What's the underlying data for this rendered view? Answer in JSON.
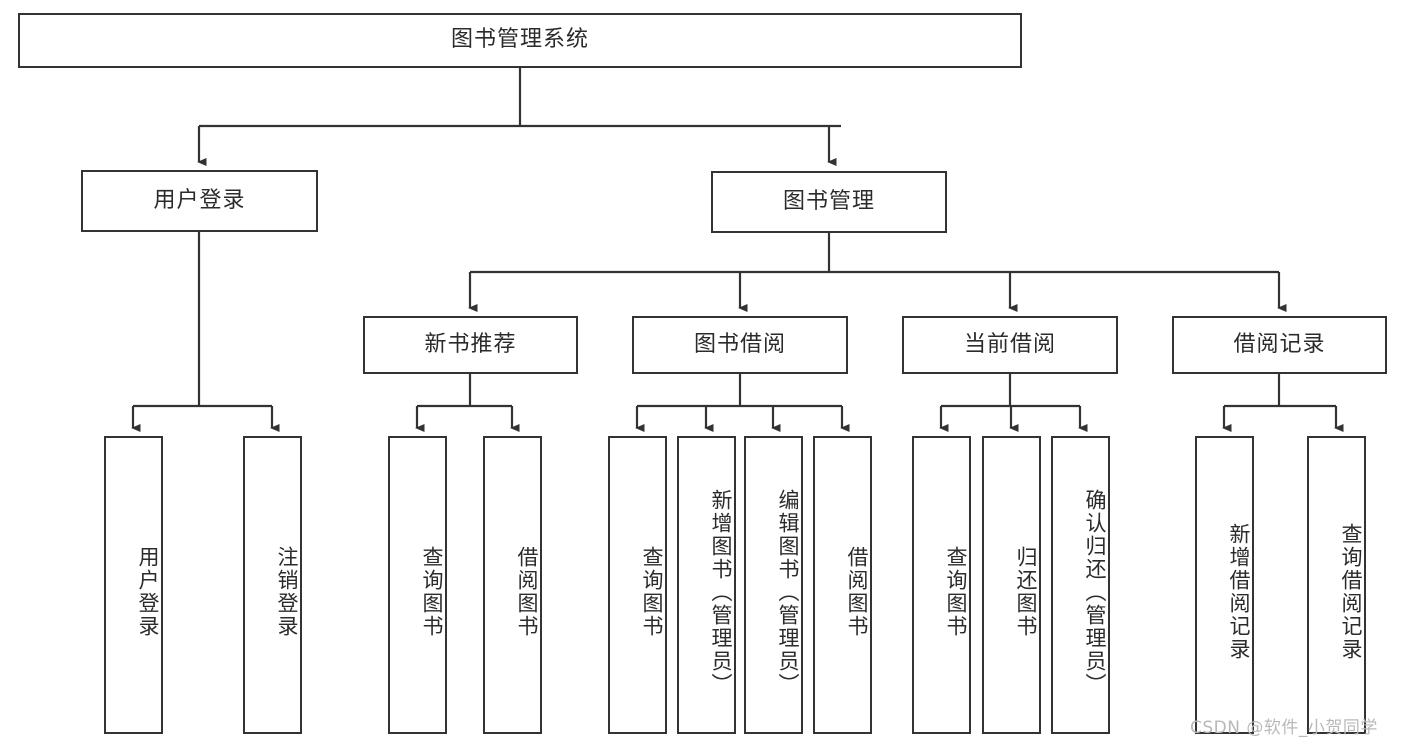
{
  "diagram": {
    "title": "图书管理系统",
    "type": "hierarchy-tree",
    "watermark": "CSDN @软件_小贺同学",
    "colors": {
      "box_border": "#333333",
      "box_fill": "#ffffff",
      "text": "#2b2b2b",
      "connector": "#333333",
      "watermark": "#b9b9b9",
      "background": "#ffffff"
    },
    "root": {
      "label": "图书管理系统"
    },
    "level2": [
      {
        "label": "用户登录"
      },
      {
        "label": "图书管理"
      }
    ],
    "level3": [
      {
        "label": "新书推荐"
      },
      {
        "label": "图书借阅"
      },
      {
        "label": "当前借阅"
      },
      {
        "label": "借阅记录"
      }
    ],
    "leaves": {
      "user_login": [
        {
          "label": "用户登录"
        },
        {
          "label": "注销登录"
        }
      ],
      "new_book_recommend": [
        {
          "label": "查询图书"
        },
        {
          "label": "借阅图书"
        }
      ],
      "book_borrow": [
        {
          "label": "查询图书"
        },
        {
          "label": "新增图书（管理员）"
        },
        {
          "label": "编辑图书（管理员）"
        },
        {
          "label": "借阅图书"
        }
      ],
      "current_borrow": [
        {
          "label": "查询图书"
        },
        {
          "label": "归还图书"
        },
        {
          "label": "确认归还（管理员）"
        }
      ],
      "borrow_record": [
        {
          "label": "新增借阅记录"
        },
        {
          "label": "查询借阅记录"
        }
      ]
    }
  }
}
